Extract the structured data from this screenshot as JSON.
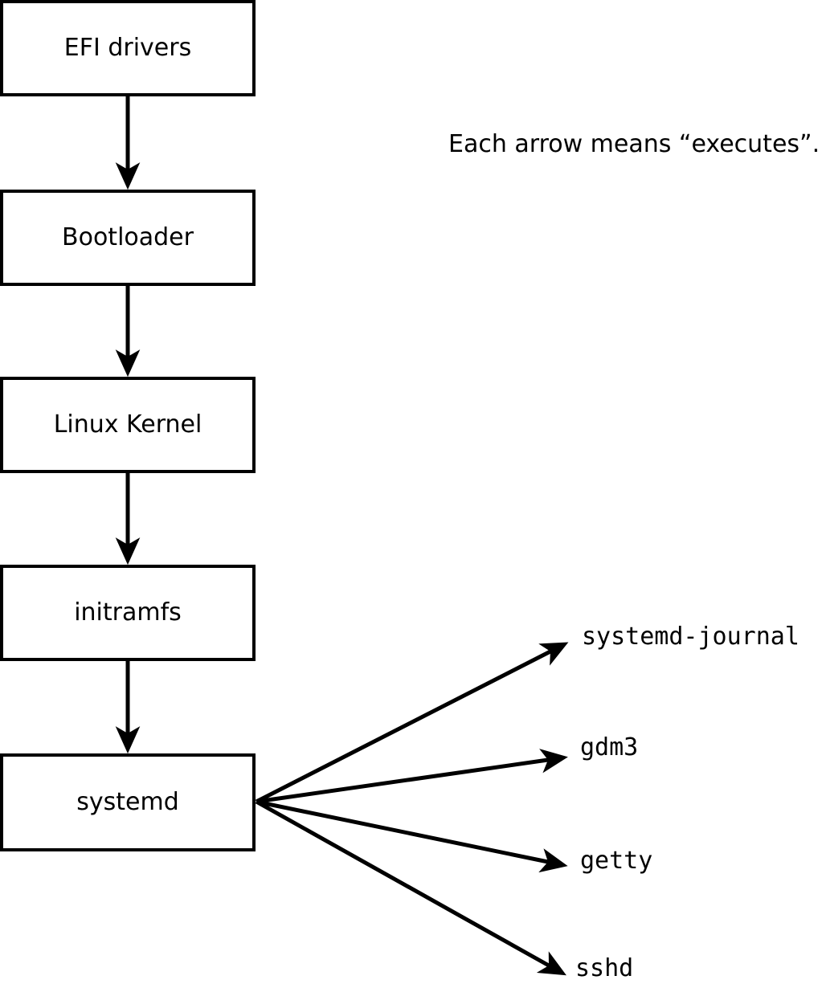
{
  "note": "Each arrow means “executes”.",
  "chain": [
    {
      "label": "EFI drivers"
    },
    {
      "label": "Bootloader"
    },
    {
      "label": "Linux Kernel"
    },
    {
      "label": "initramfs"
    },
    {
      "label": "systemd"
    }
  ],
  "targets": [
    {
      "label": "systemd-journal"
    },
    {
      "label": "gdm3"
    },
    {
      "label": "getty"
    },
    {
      "label": "sshd"
    }
  ],
  "colors": {
    "stroke": "#000000",
    "background": "#ffffff",
    "box_fill": "#ffffff"
  }
}
